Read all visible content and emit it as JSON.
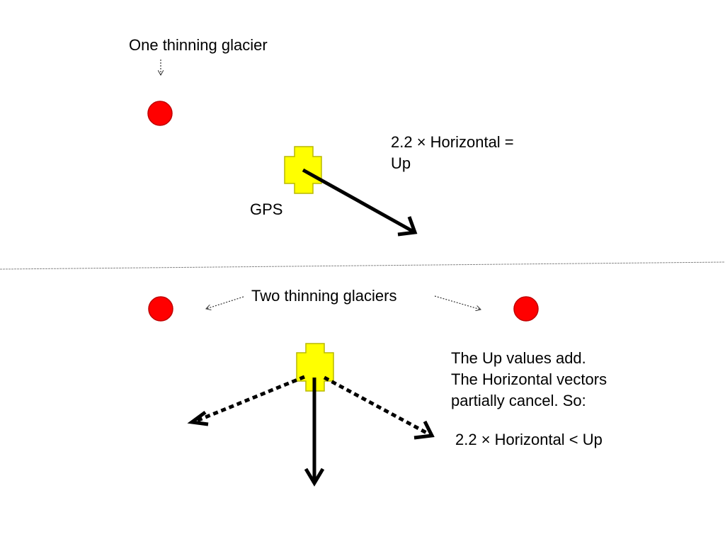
{
  "top_panel": {
    "label": "One thinning glacier",
    "gps_label": "GPS",
    "formula_line1": "2.2 ×  Horizontal =",
    "formula_line2": "Up"
  },
  "bottom_panel": {
    "label": "Two thinning glaciers",
    "note_line1": "The Up values add.",
    "note_line2": "The Horizontal vectors",
    "note_line3": "partially cancel.  So:",
    "formula": "2.2 ×  Horizontal < Up"
  },
  "colors": {
    "glacier": "#ff0000",
    "gps": "#ffff00",
    "arrow": "#000000",
    "divider": "#888888"
  },
  "icons": {
    "glacier": "red-circle-icon",
    "gps": "yellow-cross-icon"
  }
}
